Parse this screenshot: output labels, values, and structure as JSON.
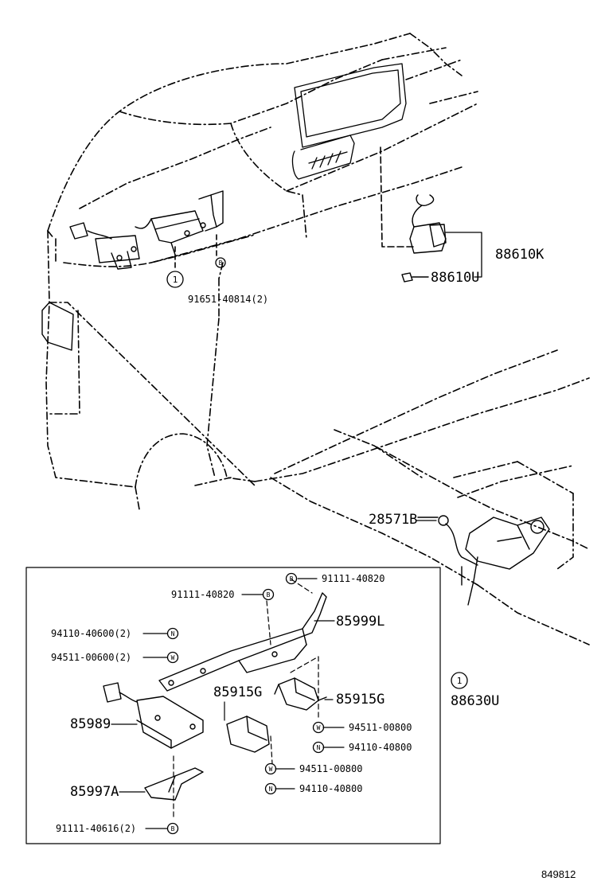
{
  "diagram": {
    "parts": {
      "p91651": "91651-40814(2)",
      "p88610K": "88610K",
      "p88610U": "88610U",
      "p28571B": "28571B",
      "p91111_right": "91111-40820",
      "p91111_left": "91111-40820",
      "p85999L": "85999L",
      "p94110_600": "94110-40600(2)",
      "p94511_600": "94511-00600(2)",
      "p85915G_left": "85915G",
      "p85915G_right": "85915G",
      "p85989": "85989",
      "p94511_800_r": "94511-00800",
      "p94110_800_r": "94110-40800",
      "p94511_800_c": "94511-00800",
      "p94110_800_c": "94110-40800",
      "p85997A": "85997A",
      "p91111_616": "91111-40616(2)",
      "p88630U": "88630U"
    },
    "callouts": {
      "c1_assembly": "1",
      "c1_vehicle": "1",
      "B": "B",
      "W": "W",
      "N": "N"
    },
    "figure_code": "849812"
  }
}
